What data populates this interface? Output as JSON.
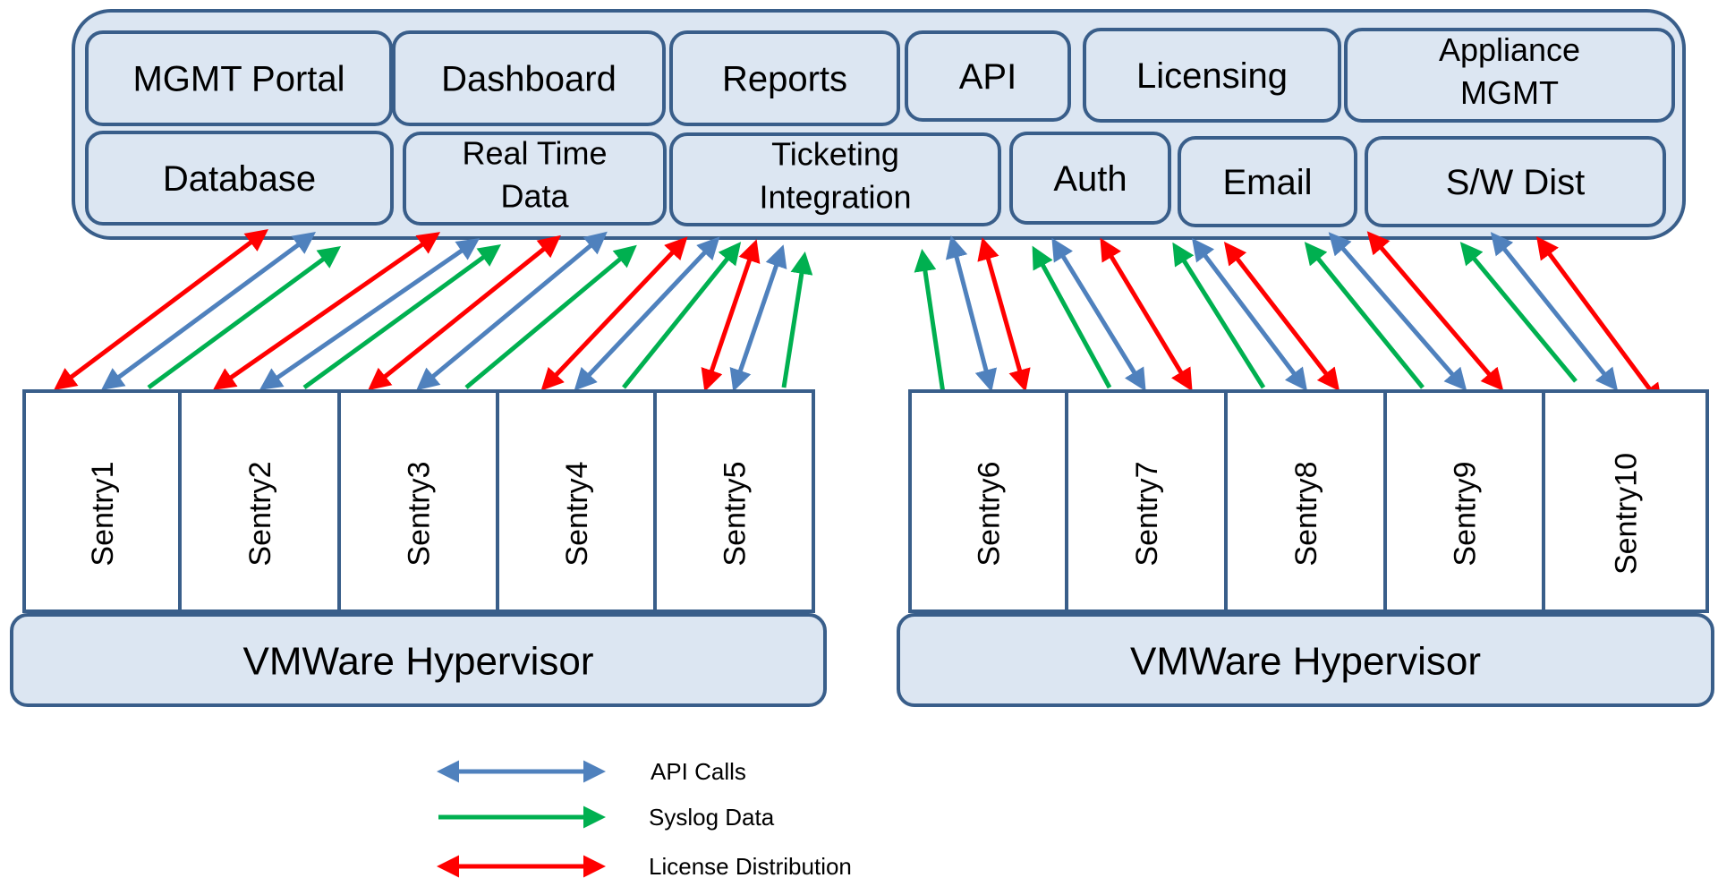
{
  "colors": {
    "box_fill": "#dce6f2",
    "box_stroke": "#395e8a",
    "api": "#4f81bd",
    "syslog": "#00b050",
    "license": "#ff0000"
  },
  "services": {
    "row1": [
      "MGMT Portal",
      "Dashboard",
      "Reports",
      "API",
      "Licensing",
      "Appliance|MGMT"
    ],
    "row2": [
      "Database",
      "Real Time|Data",
      "Ticketing|Integration",
      "Auth",
      "Email",
      "S/W Dist"
    ]
  },
  "sentries": [
    "Sentry1",
    "Sentry2",
    "Sentry3",
    "Sentry4",
    "Sentry5",
    "Sentry6",
    "Sentry7",
    "Sentry8",
    "Sentry9",
    "Sentry10"
  ],
  "hypervisors": [
    "VMWare Hypervisor",
    "VMWare Hypervisor"
  ],
  "legend": {
    "api": "API Calls",
    "syslog": "Syslog Data",
    "license": "License Distribution"
  }
}
